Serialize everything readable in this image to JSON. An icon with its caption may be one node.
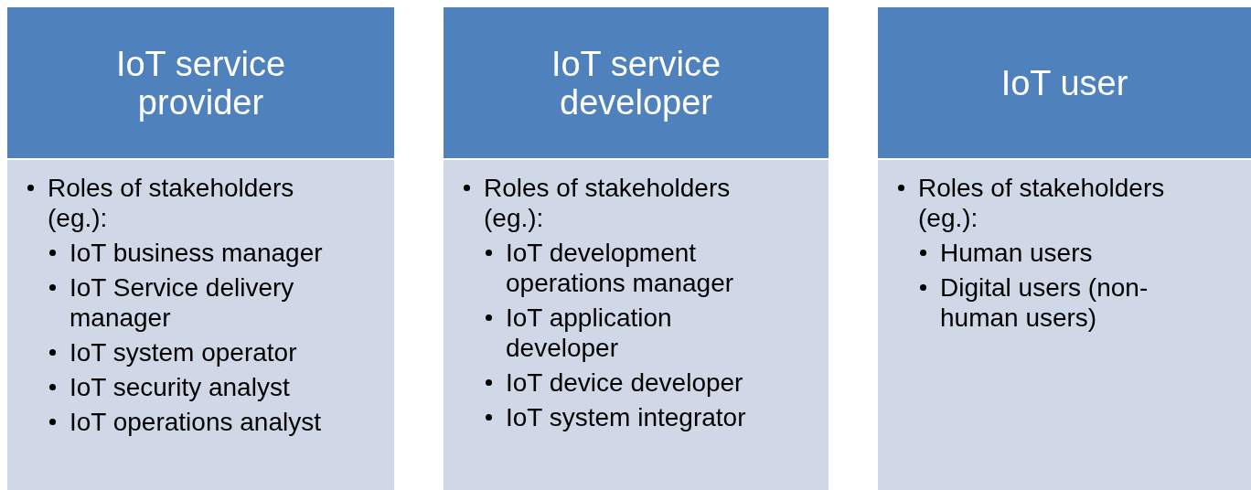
{
  "diagram": {
    "nodes": [
      {
        "text": [
          "IoT service provider"
        ]
      },
      {
        "text": [
          "Roles of stakeholders (eg.):",
          "IoT business manager",
          "IoT Service delivery manager",
          "IoT system operator",
          "IoT security analyst",
          "IoT operations analyst"
        ]
      },
      {
        "text": [
          "IoT service developer"
        ]
      },
      {
        "text": [
          "Roles of stakeholders (eg.):",
          "IoT development operations manager",
          "IoT application developer",
          "IoT device developer",
          "IoT system integrator"
        ]
      },
      {
        "text": [
          "IoT user"
        ]
      },
      {
        "text": [
          "Roles of stakeholders (eg.):",
          "Human users",
          "Digital users (non-human users)"
        ]
      }
    ]
  }
}
